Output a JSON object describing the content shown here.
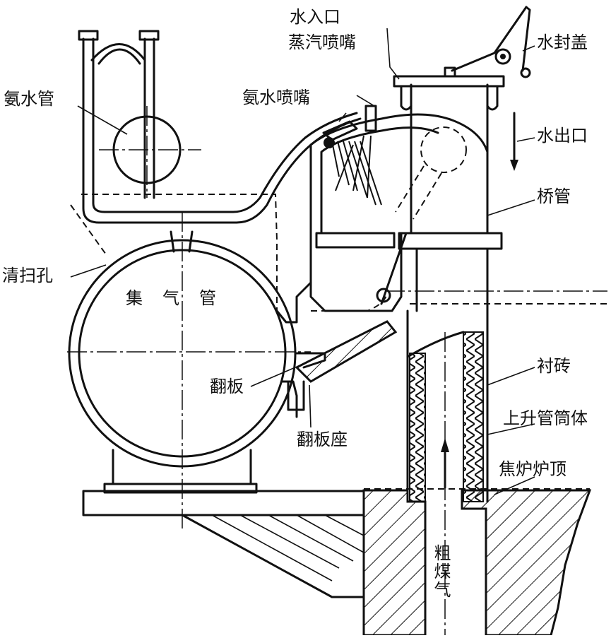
{
  "labels": {
    "ammonia_pipe": "氨水管",
    "water_inlet": "水入口",
    "steam_nozzle": "蒸汽喷嘴",
    "water_seal_cover": "水封盖",
    "ammonia_nozzle": "氨水喷嘴",
    "water_outlet": "水出口",
    "bridge_pipe": "桥管",
    "cleanout_hole": "清扫孔",
    "gas_collector": "集气管",
    "flap": "翻板",
    "flap_seat": "翻板座",
    "lining_brick": "衬砖",
    "riser_body": "上升管筒体",
    "oven_top": "焦炉炉顶",
    "raw_gas": "粗煤气"
  }
}
